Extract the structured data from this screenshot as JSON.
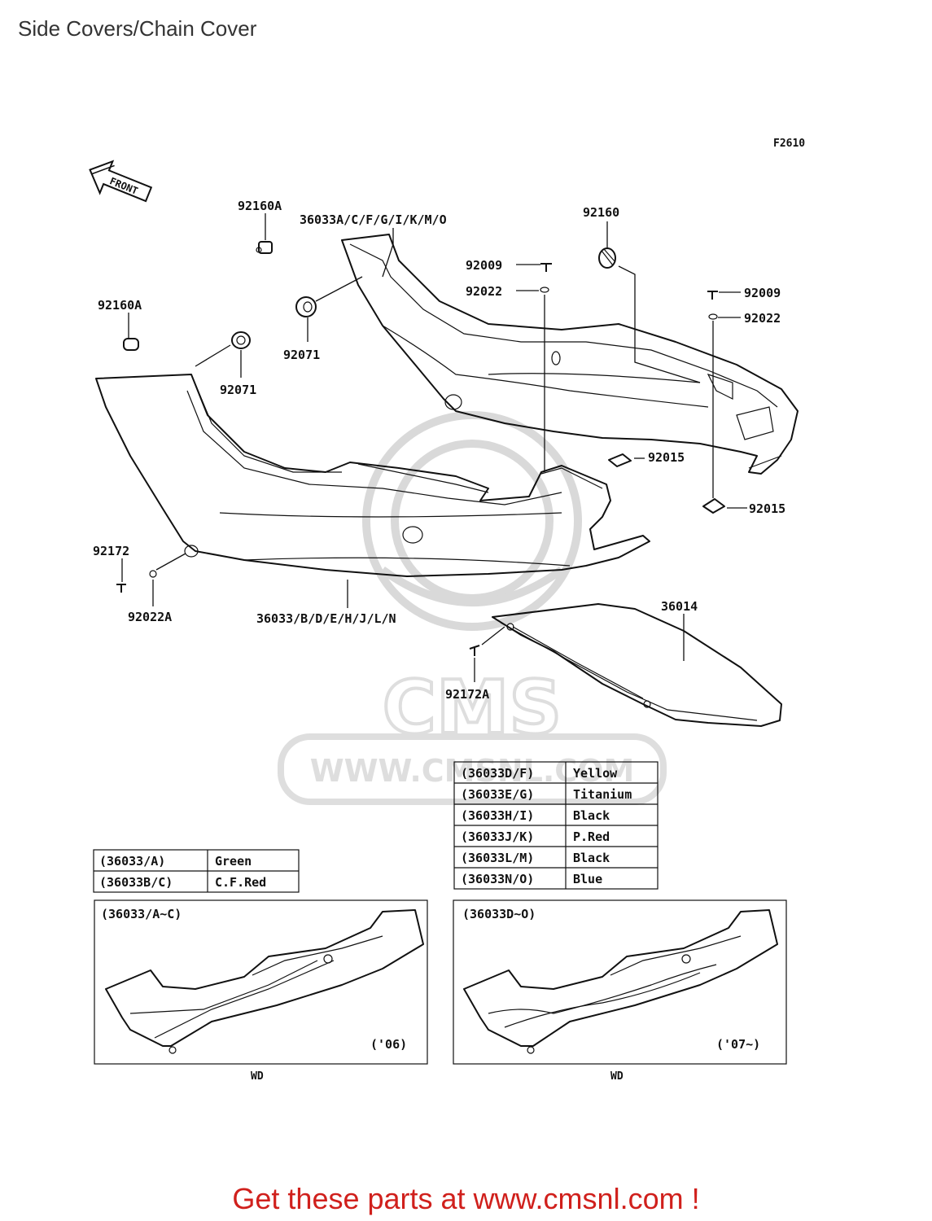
{
  "page": {
    "title": "Side Covers/Chain Cover",
    "promo": "Get these parts at www.cmsnl.com !"
  },
  "diagram": {
    "code": "F2610",
    "front_label": "FRONT",
    "watermark": {
      "brand": "CMS",
      "url": "WWW.CMSNL.COM"
    },
    "callouts": {
      "p92160A_top": "92160A",
      "p36033A_set": "36033A/C/F/G/I/K/M/O",
      "p92160": "92160",
      "p92009_left": "92009",
      "p92022_left": "92022",
      "p92009_right": "92009",
      "p92022_right": "92022",
      "p92160A_left": "92160A",
      "p92071_mid": "92071",
      "p92071_left": "92071",
      "p92015_mid": "92015",
      "p92015_right": "92015",
      "p92172": "92172",
      "p92022A": "92022A",
      "p36033_set": "36033/B/D/E/H/J/L/N",
      "p36014": "36014",
      "p92172A": "92172A"
    },
    "color_table_left": [
      {
        "code": "(36033/A)",
        "color": "Green"
      },
      {
        "code": "(36033B/C)",
        "color": "C.F.Red"
      }
    ],
    "color_table_right": [
      {
        "code": "(36033D/F)",
        "color": "Yellow"
      },
      {
        "code": "(36033E/G)",
        "color": "Titanium"
      },
      {
        "code": "(36033H/I)",
        "color": "Black"
      },
      {
        "code": "(36033J/K)",
        "color": "P.Red"
      },
      {
        "code": "(36033L/M)",
        "color": "Black"
      },
      {
        "code": "(36033N/O)",
        "color": "Blue"
      }
    ],
    "variants": [
      {
        "code": "(36033/A~C)",
        "year": "('06)",
        "region": "WD"
      },
      {
        "code": "(36033D~O)",
        "year": "('07~)",
        "region": "WD"
      }
    ]
  }
}
